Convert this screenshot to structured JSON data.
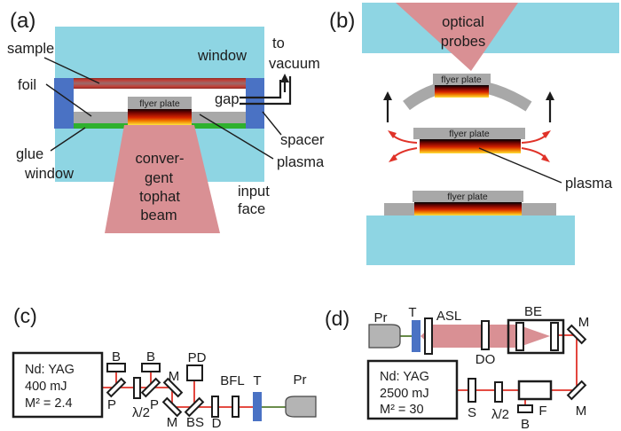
{
  "figure": {
    "panel_a": {
      "tag": "(a)",
      "sample": "sample",
      "window_top": "window",
      "foil": "foil",
      "glue": "glue",
      "window_bottom": "window",
      "to_line1": "to",
      "to_line2": "vacuum",
      "gap": "gap",
      "spacer": "spacer",
      "plasma": "plasma",
      "input_line1": "input",
      "input_line2": "face",
      "flyer_plate": "flyer plate",
      "beam_line1": "conver-",
      "beam_line2": "gent",
      "beam_line3": "tophat",
      "beam_line4": "beam"
    },
    "panel_b": {
      "tag": "(b)",
      "probes_line1": "optical",
      "probes_line2": "probes",
      "flyer_plate": "flyer plate",
      "plasma": "plasma"
    },
    "panel_c": {
      "tag": "(c)",
      "laser_line1": "Nd: YAG",
      "laser_line2": "400 mJ",
      "laser_line3": "M² = 2.4",
      "labels": {
        "B": "B",
        "PD": "PD",
        "M": "M",
        "P": "P",
        "half_wave": "λ/2",
        "BS": "BS",
        "D": "D",
        "BFL": "BFL",
        "T": "T",
        "Pr": "Pr"
      }
    },
    "panel_d": {
      "tag": "(d)",
      "laser_line1": "Nd: YAG",
      "laser_line2": "2500 mJ",
      "laser_line3": "M² = 30",
      "labels": {
        "Pr": "Pr",
        "T": "T",
        "ASL": "ASL",
        "DO": "DO",
        "BE": "BE",
        "M": "M",
        "S": "S",
        "half_wave": "λ/2",
        "B": "B",
        "F": "F"
      }
    }
  },
  "colors": {
    "window_cyan": "#8ed5e3",
    "spacer_blue": "#4a72c4",
    "beam_pink": "#d99094",
    "beam_red": "#e03228",
    "probe_green": "#567d33",
    "metal_gray": "#a8a8a8",
    "glue_green": "#2eb12e",
    "plasma_stops": [
      "#000000",
      "#7a0500",
      "#d42300",
      "#f07c00",
      "#ffe23c"
    ],
    "sample_stops": [
      "#8f2a24",
      "#c24038",
      "#9b6b6b",
      "#c24038",
      "#8f2a24"
    ]
  }
}
